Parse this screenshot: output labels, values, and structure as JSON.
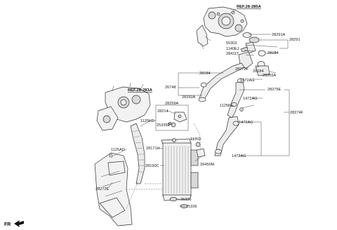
{
  "references": {
    "ref_top": "REF.28-285A",
    "ref_left": "REF.28-283A"
  },
  "direction": "FR",
  "parts": {
    "p28291A": "28291A",
    "p28291": "28291",
    "p55302": "55302",
    "p1140EJ": "1140EJ",
    "p28411T": "28411T",
    "p28184_top": "28184",
    "p28272F": "28272F",
    "p28184_mid": "28184",
    "p28265A": "28265A",
    "p28184_left": "28184",
    "p26748": "26748",
    "p1472AG_1": "1472AG",
    "p28275E": "28275E",
    "p28292A": "28292A",
    "p1472AG_2": "1472AG",
    "p28259A": "28259A",
    "p28214": "28214",
    "p1125KE": "1125KE",
    "p28274F": "28274F",
    "p1125KD": "1125KD",
    "p25335E": "25335E",
    "p1472AG_3": "1472AG",
    "p11703": "11703",
    "p28171H": "28171H",
    "p1125AD": "1125AD",
    "p39450M": "39450M",
    "p1472AG_4": "1472AG",
    "p28190C": "28190C",
    "p28272E": "28272E",
    "p25336_1": "25336",
    "p25336_2": "25336"
  }
}
